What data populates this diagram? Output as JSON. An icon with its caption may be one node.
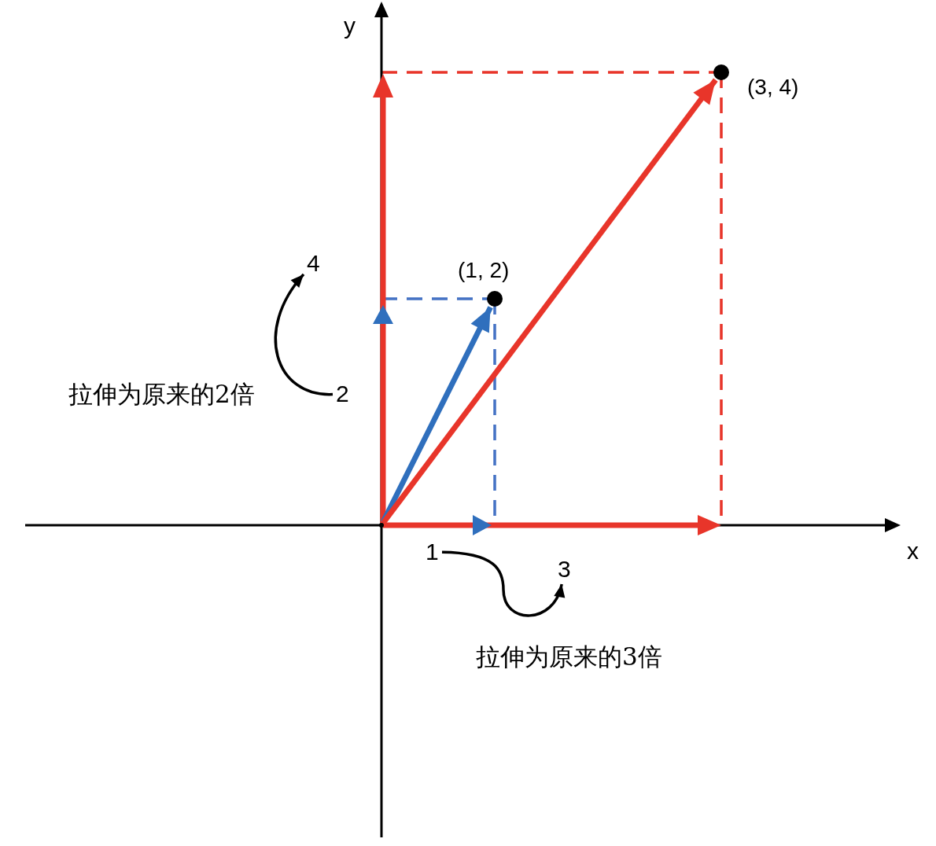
{
  "diagram": {
    "nodes": [
      {
        "text": [],
        "shape": "circle",
        "beside": [
          "(1, 2)"
        ]
      },
      {
        "text": [],
        "shape": "circle",
        "beside": [
          "(3, 4)"
        ]
      },
      {
        "text": [
          "2"
        ]
      },
      {
        "text": [
          "4"
        ]
      },
      {
        "text": [
          "1"
        ]
      },
      {
        "text": [
          "3"
        ]
      },
      {
        "text": [],
        "shape": "point"
      }
    ],
    "edges": [
      {
        "from": 6,
        "to": 0,
        "arrow": "to",
        "style": "thick",
        "color": "#2f6fbd"
      },
      {
        "from": 6,
        "to": 1,
        "arrow": "to",
        "style": "thick",
        "color": "#e8352a"
      },
      {
        "from": 2,
        "to": 3,
        "arrow": "to"
      },
      {
        "from": 4,
        "to": 5,
        "arrow": "to"
      }
    ],
    "labels": [
      "y",
      "x",
      "拉伸为原来的2倍",
      "拉伸为原来的3倍"
    ]
  }
}
